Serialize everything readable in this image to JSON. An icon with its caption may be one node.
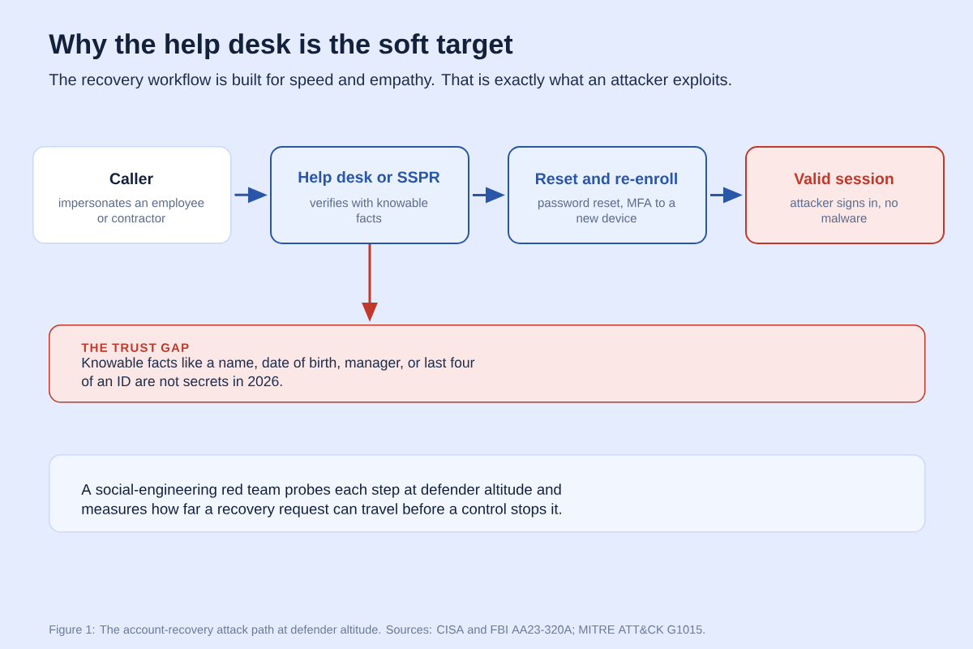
{
  "diagram": {
    "title": "Why the help desk is the soft target",
    "caption": "Figure 1: The account-recovery attack path at defender altitude. Sources: CISA and FBI AA23-320A; MITRE ATT&CK G1015.",
    "nodes": [
      {
        "text": [
          "Caller",
          "impersonates an employee or contractor"
        ]
      },
      {
        "text": [
          "Help desk or SSPR",
          "verifies with knowable facts"
        ]
      },
      {
        "text": [
          "Reset and re-enroll",
          "password reset, MFA to a new device"
        ]
      },
      {
        "text": [
          "Valid session",
          "attacker signs in, no malware"
        ]
      },
      {
        "text": [
          "THE TRUST GAP",
          "Knowable facts like a name, date of birth, manager, or last four of an ID are not secrets in 2026."
        ]
      },
      {
        "text": [
          "A social-engineering red team probes each step at defender altitude and measures how far a recovery request can travel before a control stops it."
        ]
      }
    ],
    "edges": [
      {
        "from": 0,
        "to": 1,
        "arrow": "to"
      },
      {
        "from": 1,
        "to": 2,
        "arrow": "to"
      },
      {
        "from": 2,
        "to": 3,
        "arrow": "to"
      },
      {
        "from": 1,
        "to": 4,
        "arrow": "to",
        "color": "#c0392b"
      }
    ],
    "labels": [
      "The recovery workflow is built for speed and empathy. That is exactly what an attacker exploits."
    ]
  }
}
